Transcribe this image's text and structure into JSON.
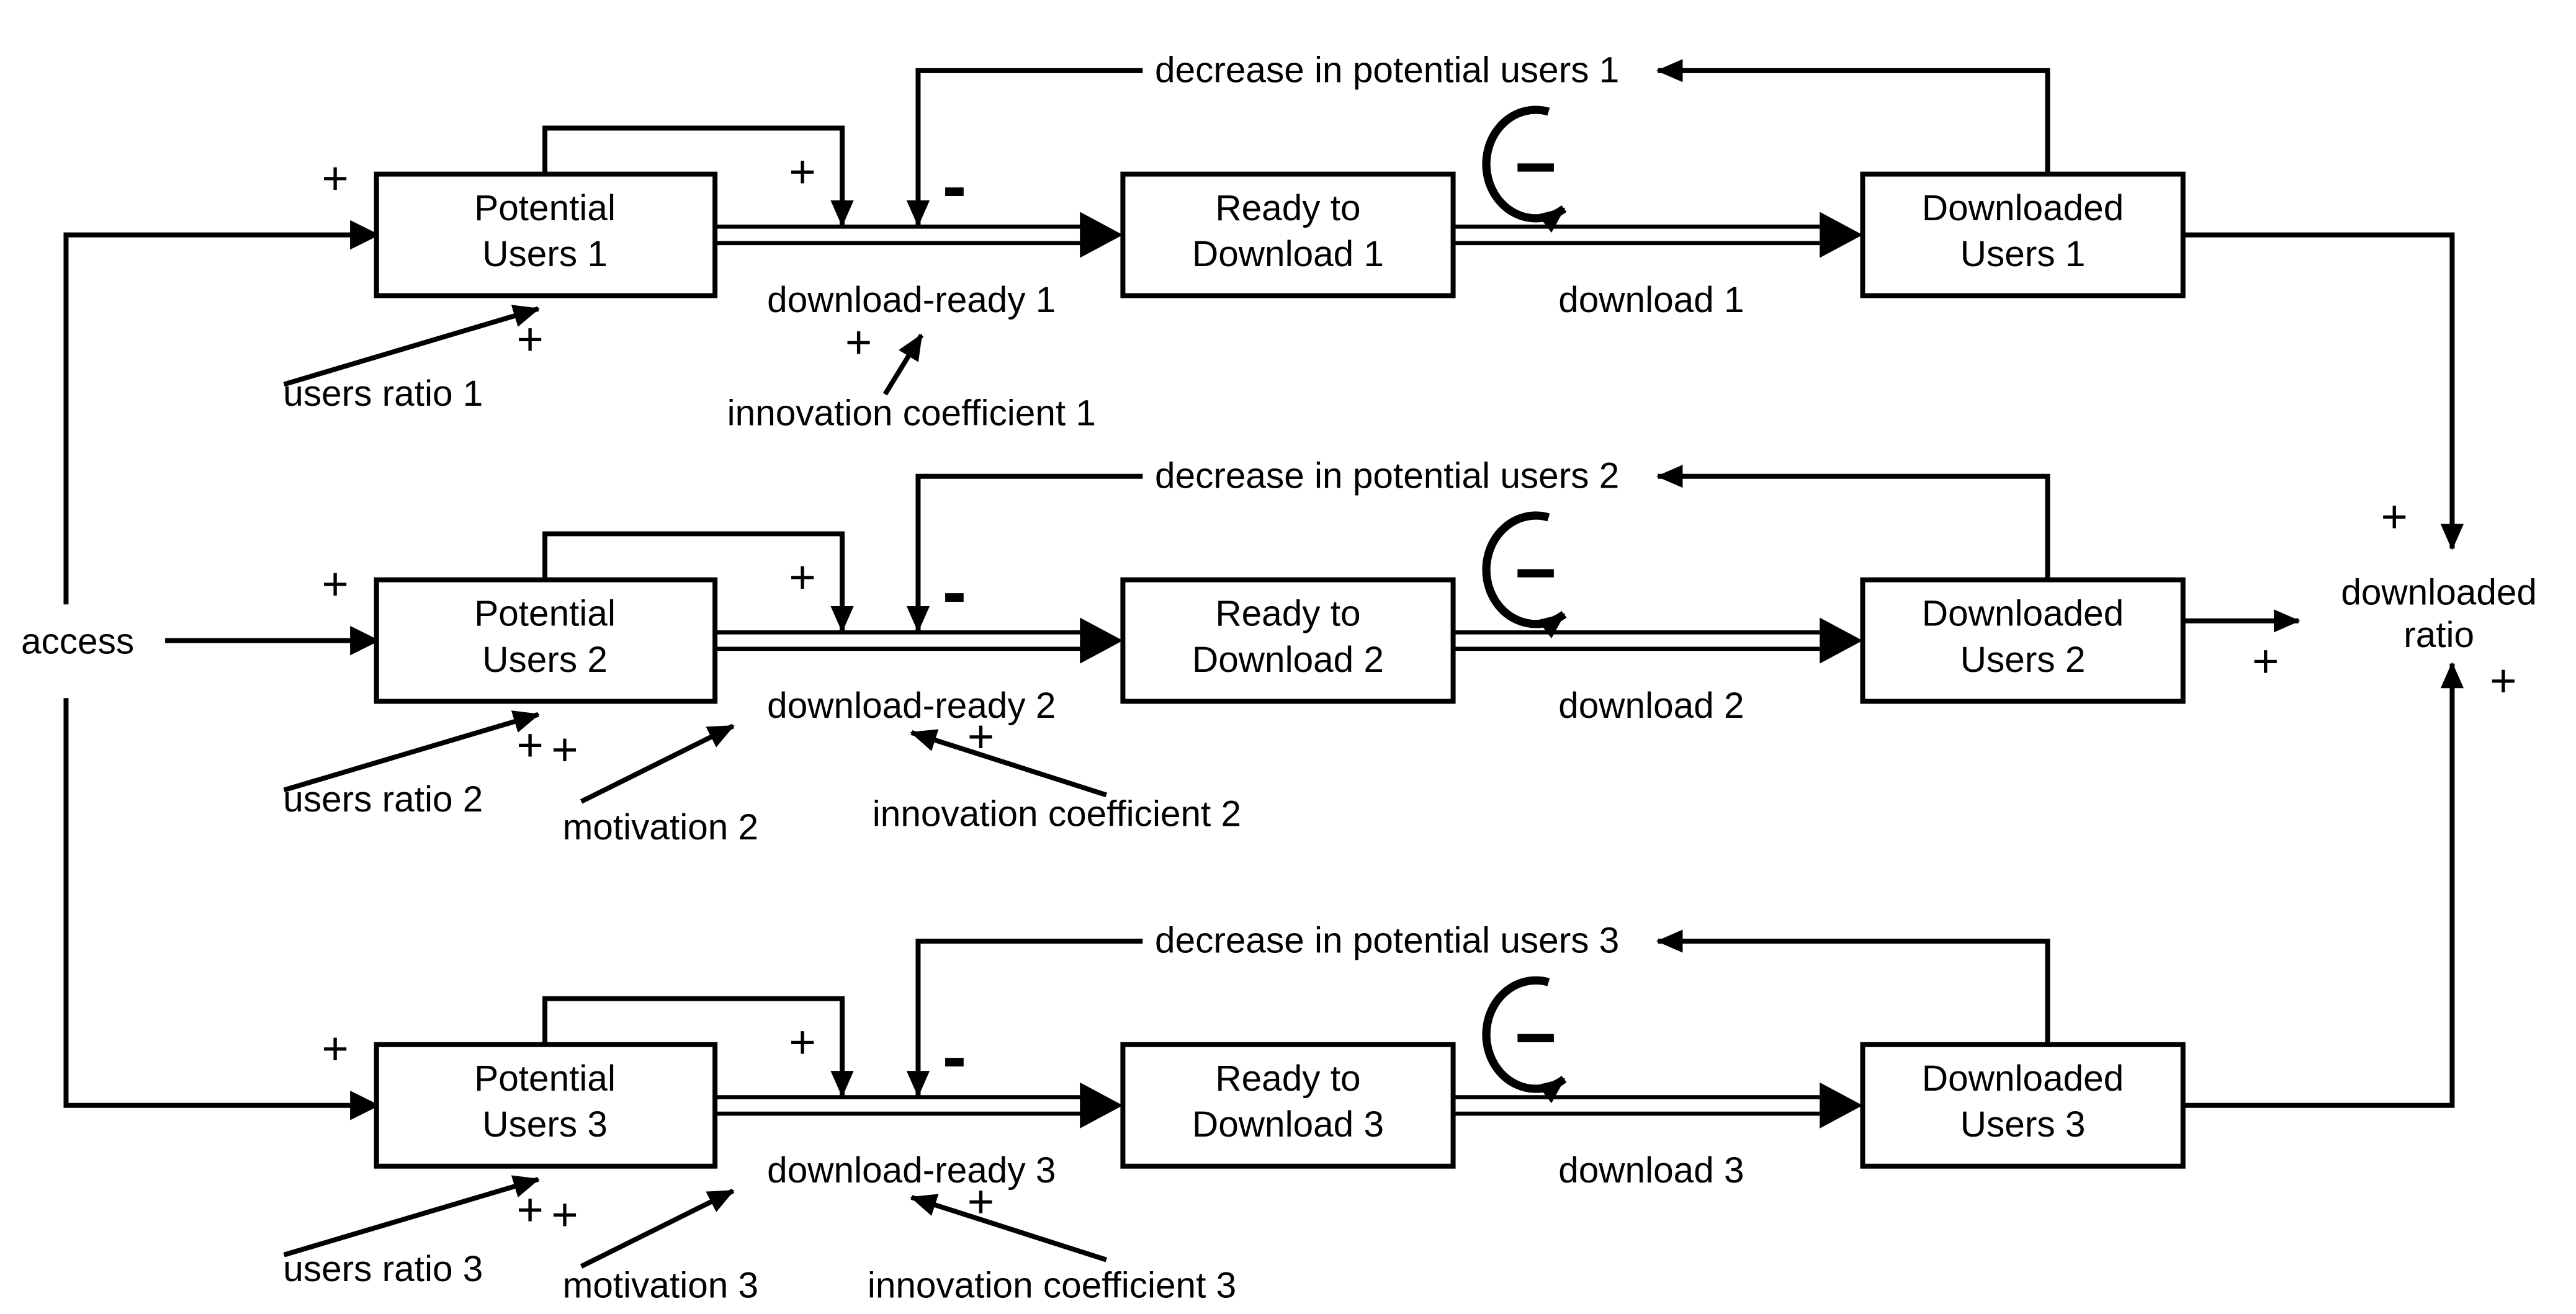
{
  "diagram": {
    "access_label": "access",
    "downloaded_ratio": {
      "line1": "downloaded",
      "line2": "ratio"
    },
    "signs": {
      "plus": "+",
      "minus": "-"
    },
    "rows": [
      {
        "potential": {
          "line1": "Potential",
          "line2": "Users 1"
        },
        "ready": {
          "line1": "Ready to",
          "line2": "Download 1"
        },
        "downloaded": {
          "line1": "Downloaded",
          "line2": "Users 1"
        },
        "flow_ready_label": "download-ready 1",
        "flow_download_label": "download 1",
        "decrease_label": "decrease in potential users 1",
        "users_ratio_label": "users ratio 1",
        "innovation_label": "innovation coefficient 1"
      },
      {
        "potential": {
          "line1": "Potential",
          "line2": "Users 2"
        },
        "ready": {
          "line1": "Ready to",
          "line2": "Download 2"
        },
        "downloaded": {
          "line1": "Downloaded",
          "line2": "Users 2"
        },
        "flow_ready_label": "download-ready 2",
        "flow_download_label": "download 2",
        "decrease_label": "decrease in potential users 2",
        "users_ratio_label": "users ratio 2",
        "motivation_label": "motivation 2",
        "innovation_label": "innovation coefficient 2"
      },
      {
        "potential": {
          "line1": "Potential",
          "line2": "Users 3"
        },
        "ready": {
          "line1": "Ready to",
          "line2": "Download 3"
        },
        "downloaded": {
          "line1": "Downloaded",
          "line2": "Users 3"
        },
        "flow_ready_label": "download-ready 3",
        "flow_download_label": "download 3",
        "decrease_label": "decrease in potential users 3",
        "users_ratio_label": "users ratio 3",
        "motivation_label": "motivation 3",
        "innovation_label": "innovation coefficient 3"
      }
    ]
  }
}
